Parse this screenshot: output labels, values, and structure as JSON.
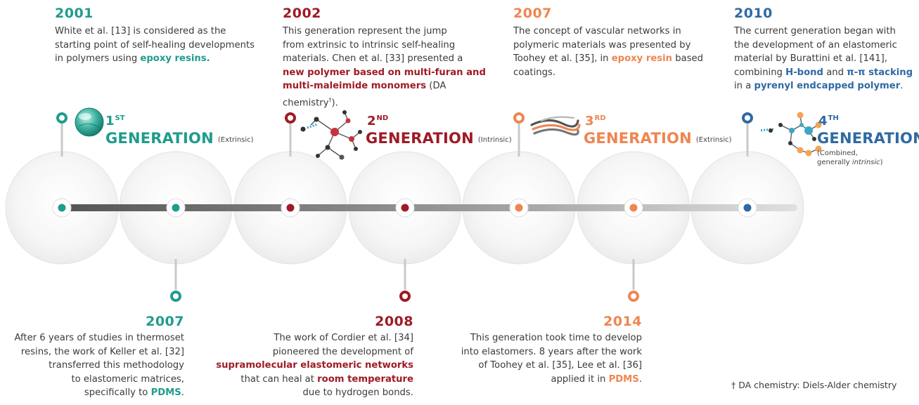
{
  "colors": {
    "gen1": "#1f9c8c",
    "gen2": "#9e1b25",
    "gen3": "#ef8551",
    "gen4": "#2f6aa3",
    "text": "#3b3b3b"
  },
  "top": [
    {
      "year": "2001",
      "lines": [
        "White et al. [13] is considered as the",
        "starting point of self-healing developments",
        "in polymers using "
      ],
      "highlight": "epoxy resins.",
      "color": "teal"
    },
    {
      "year": "2002",
      "l1": "This generation represent the jump",
      "l2": "from extrinsic to intrinsic self-healing",
      "l3": "materials. Chen et al. [33] presented a",
      "h1": "new polymer based on multi-furan and",
      "h2": "multi-maleimide monomers",
      "tail": " (DA chemistry",
      "dagger": "†",
      "tail2": ")."
    },
    {
      "year": "2007",
      "l1": "The concept of vascular networks in",
      "l2": "polymeric materials was presented by",
      "l3a": "Toohey et al. [35], in ",
      "h1": "epoxy resin",
      "l3b": " based",
      "l4": "coatings."
    },
    {
      "year": "2010",
      "l1": "The current generation began with",
      "l2": "the development of an elastomeric",
      "l3": "material by Burattini et al. [141],",
      "l4a": "combining ",
      "h1": "H-bond",
      "l4b": " and ",
      "h2": "π-π stacking",
      "l5a": "in a ",
      "h3": "pyrenyl endcapped polymer",
      "l5b": "."
    }
  ],
  "generations": [
    {
      "ordinal": "1",
      "suffix": "ST",
      "label": "GENERATION",
      "kind": "(Extrinsic)"
    },
    {
      "ordinal": "2",
      "suffix": "ND",
      "label": "GENERATION",
      "kind": "(Intrinsic)"
    },
    {
      "ordinal": "3",
      "suffix": "RD",
      "label": "GENERATION",
      "kind": "(Extrinsic)"
    },
    {
      "ordinal": "4",
      "suffix": "TH",
      "label": "GENERATION",
      "kind1": "(Combined,",
      "kind2a": "generally ",
      "kind2b": "intrinsic",
      "kind2c": ")"
    }
  ],
  "bottom": [
    {
      "year": "2007",
      "l1": "After 6 years of studies in thermoset",
      "l2": "resins, the work of Keller et al. [32]",
      "l3": "transferred this methodology",
      "l4": "to elastomeric matrices,",
      "l5a": "specifically to ",
      "h1": "PDMS",
      "l5b": "."
    },
    {
      "year": "2008",
      "l1": "The work of Cordier et al. [34]",
      "l2": "pioneered the development of",
      "h1": "supramolecular elastomeric networks",
      "l4a": "that can heal at ",
      "h2": "room temperature",
      "l5": "due to hydrogen bonds."
    },
    {
      "year": "2014",
      "l1": "This generation took time to develop",
      "l2": "into elastomers. 8 years after the work",
      "l3": "of Toohey et al. [35], Lee et al. [36]",
      "l4a": "applied it in ",
      "h1": "PDMS",
      "l4b": "."
    }
  ],
  "footnote": "† DA chemistry: Diels-Alder chemistry"
}
